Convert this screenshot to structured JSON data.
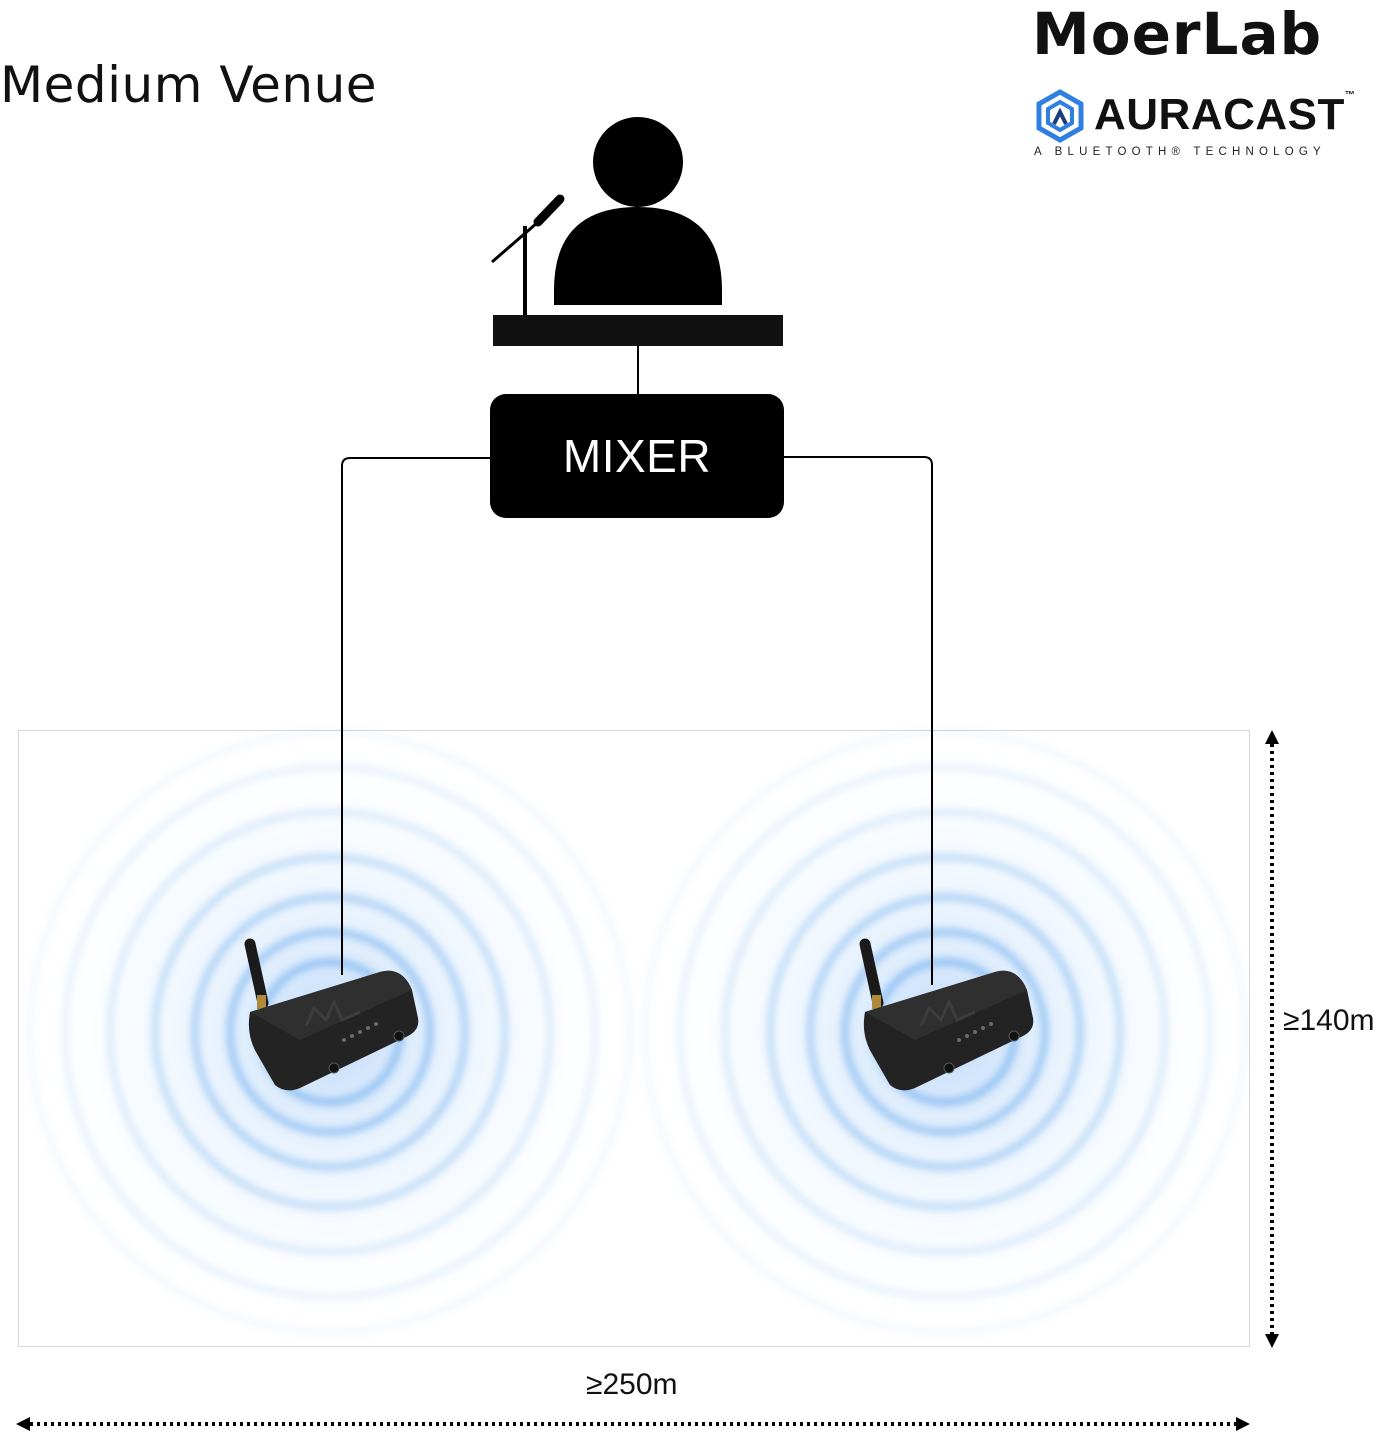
{
  "title": "Medium Venue",
  "brand": {
    "name": "MoerLab",
    "auracast": "AURACAST",
    "auracast_trademark": "™",
    "tagline": "A BLUETOOTH® TECHNOLOGY"
  },
  "mixer": {
    "label": "MIXER"
  },
  "dimensions": {
    "width": "≥250m",
    "height": "≥140m"
  },
  "colors": {
    "accent_blue": "#3a7bdb",
    "wave_blue": "#7fb6f0",
    "ink": "#000000"
  },
  "icons": [
    "speaker-person-icon",
    "microphone-icon",
    "podium-icon",
    "transmitter-device-icon",
    "auracast-logo-icon"
  ]
}
